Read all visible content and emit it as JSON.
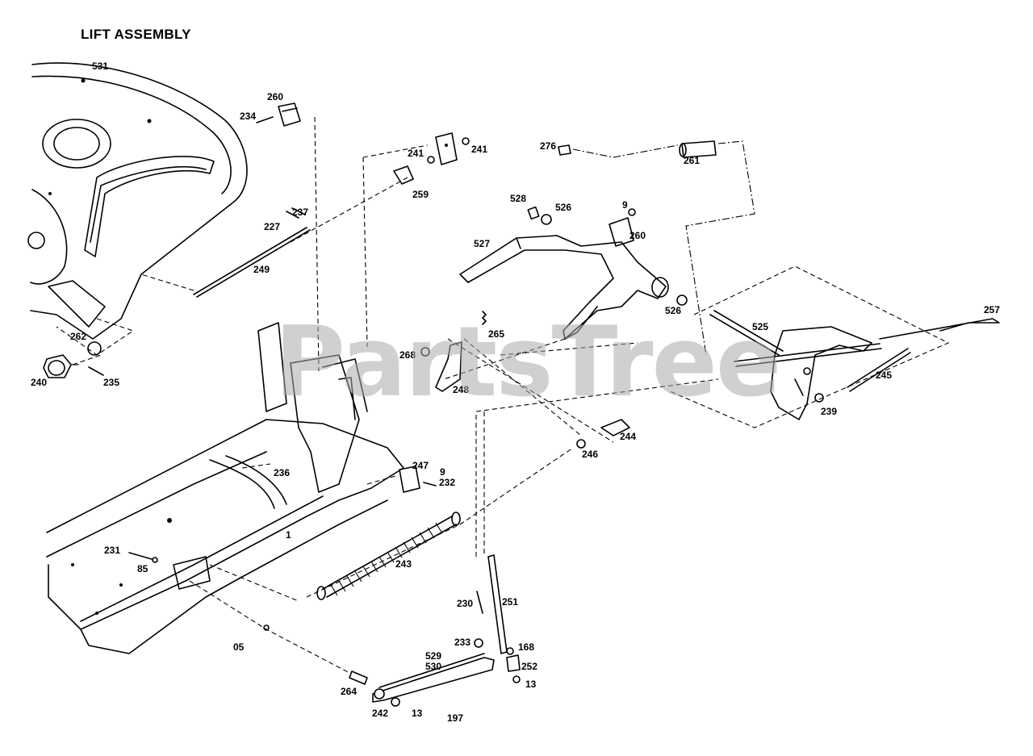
{
  "title": "LIFT ASSEMBLY",
  "watermark": "PartsTree",
  "labels": {
    "l531": "531",
    "l260a": "260",
    "l234": "234",
    "l241a": "241",
    "l241b": "241",
    "l259": "259",
    "l237": "237",
    "l227": "227",
    "l249": "249",
    "l276": "276",
    "l261": "261",
    "l528": "528",
    "l526a": "526",
    "l9a": "9",
    "l260b": "260",
    "l527": "527",
    "l526b": "526",
    "l262": "262",
    "l240": "240",
    "l235": "235",
    "l265": "265",
    "l268": "268",
    "l248": "248",
    "l525": "525",
    "l257": "257",
    "l245": "245",
    "l239": "239",
    "l236": "236",
    "l247": "247",
    "l9b": "9",
    "l232": "232",
    "l244": "244",
    "l246": "246",
    "l1": "1",
    "l231": "231",
    "l85": "85",
    "l243": "243",
    "l230": "230",
    "l251": "251",
    "l05": "05",
    "l233": "233",
    "l168": "168",
    "l252": "252",
    "l529": "529",
    "l530": "530",
    "l13a": "13",
    "l264": "264",
    "l242": "242",
    "l13b": "13",
    "l197": "197"
  }
}
